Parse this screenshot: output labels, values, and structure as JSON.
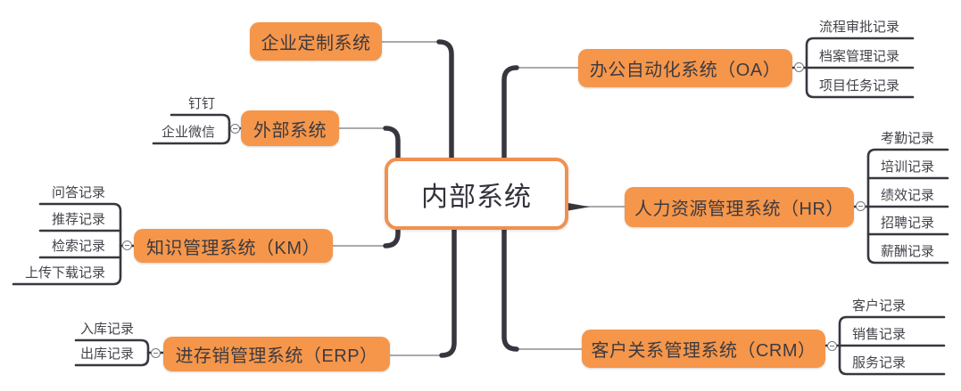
{
  "diagram": {
    "root_label": "内部系统",
    "colors": {
      "topic_fill": "#F5964B",
      "root_border": "#EF9150",
      "trunk_line": "#39353E",
      "thin_line": "#8D8D8D",
      "child_line": "#3A363F",
      "topic_text": "#3D3A40",
      "leaf_text": "#45424A"
    },
    "branches": [
      {
        "label": "企业定制系统",
        "side": "left",
        "children": []
      },
      {
        "label": "外部系统",
        "side": "left",
        "children": [
          "钉钉",
          "企业微信"
        ]
      },
      {
        "label": "知识管理系统（KM）",
        "side": "left",
        "children": [
          "问答记录",
          "推荐记录",
          "检索记录",
          "上传下载记录"
        ]
      },
      {
        "label": "进存销管理系统（ERP）",
        "side": "left",
        "children": [
          "入库记录",
          "出库记录"
        ]
      },
      {
        "label": "办公自动化系统（OA）",
        "side": "right",
        "children": [
          "流程审批记录",
          "档案管理记录",
          "项目任务记录"
        ]
      },
      {
        "label": "人力资源管理系统（HR）",
        "side": "right",
        "children": [
          "考勤记录",
          "培训记录",
          "绩效记录",
          "招聘记录",
          "薪酬记录"
        ]
      },
      {
        "label": "客户关系管理系统（CRM）",
        "side": "right",
        "children": [
          "客户记录",
          "销售记录",
          "服务记录"
        ]
      }
    ]
  }
}
